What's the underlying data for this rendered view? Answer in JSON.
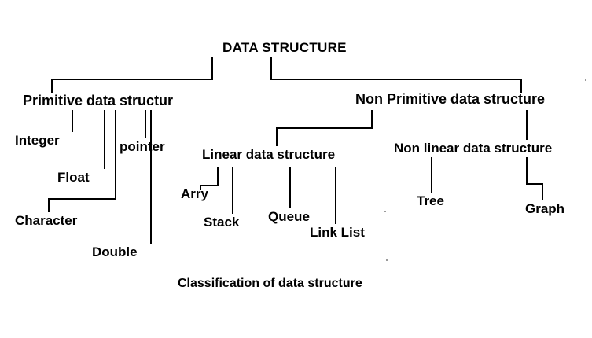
{
  "diagram": {
    "title": "Classification of data structure",
    "caption": "Classification of data structure",
    "root": {
      "label": "DATA STRUCTURE"
    },
    "nodes": {
      "primitive": "Primitive data structur",
      "non_primitive": "Non Primitive data structure",
      "integer": "Integer",
      "float": "Float",
      "character": "Character",
      "pointer": "pointer",
      "double": "Double",
      "linear": "Linear data structure",
      "non_linear": "Non linear data structure",
      "arry": "Arry",
      "stack": "Stack",
      "queue": "Queue",
      "link_list": "Link List",
      "tree": "Tree",
      "graph": "Graph"
    },
    "colors": {
      "background": "#ffffff",
      "text": "#000000",
      "connector": "#000000"
    }
  }
}
